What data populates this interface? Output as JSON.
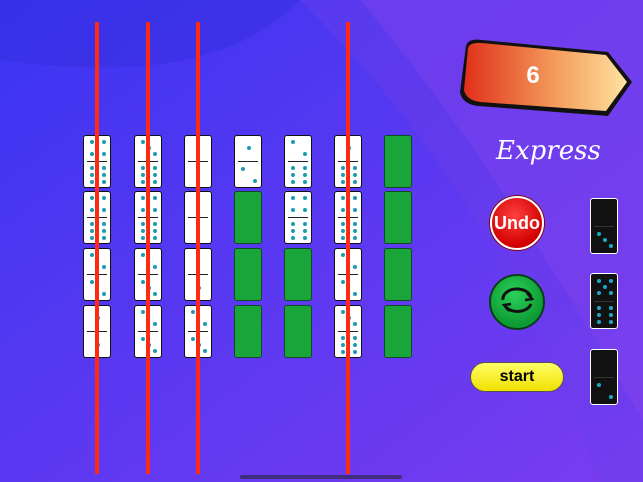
{
  "score": {
    "value": "6"
  },
  "mode_label": "Express",
  "buttons": {
    "undo": "Undo",
    "start": "start"
  },
  "colors": {
    "background": "#3d36f0",
    "tile_face": "#ffffff",
    "tile_back": "#1aa53a",
    "pip": "#1a9bb0",
    "red_line": "#ff2a12",
    "score_gradient_start": "#e0301a",
    "score_gradient_end": "#ffe2a0"
  },
  "board": {
    "columns": [
      {
        "tiles": [
          [
            4,
            6
          ],
          [
            4,
            6
          ],
          [
            2,
            2
          ],
          [
            1,
            1
          ]
        ],
        "red_line": true
      },
      {
        "tiles": [
          [
            3,
            6
          ],
          [
            4,
            6
          ],
          [
            2,
            3
          ],
          [
            2,
            3
          ]
        ],
        "red_line": true
      },
      {
        "tiles": [
          [
            0,
            0
          ],
          [
            0,
            0
          ],
          [
            0,
            1
          ],
          [
            2,
            3
          ]
        ],
        "red_line": true
      },
      {
        "tiles": [
          [
            1,
            2
          ],
          "back",
          "back",
          "back"
        ],
        "red_line": false
      },
      {
        "tiles": [
          [
            2,
            6
          ],
          [
            4,
            6
          ],
          "back",
          "back"
        ],
        "red_line": false
      },
      {
        "tiles": [
          [
            1,
            6
          ],
          [
            4,
            6
          ],
          [
            2,
            2
          ],
          [
            3,
            6
          ]
        ],
        "red_line": true
      },
      {
        "tiles": [
          "back",
          "back",
          "back",
          "back"
        ],
        "red_line": false
      }
    ]
  },
  "side_dominoes": [
    [
      0,
      3
    ],
    [
      5,
      6
    ],
    [
      0,
      2
    ]
  ]
}
